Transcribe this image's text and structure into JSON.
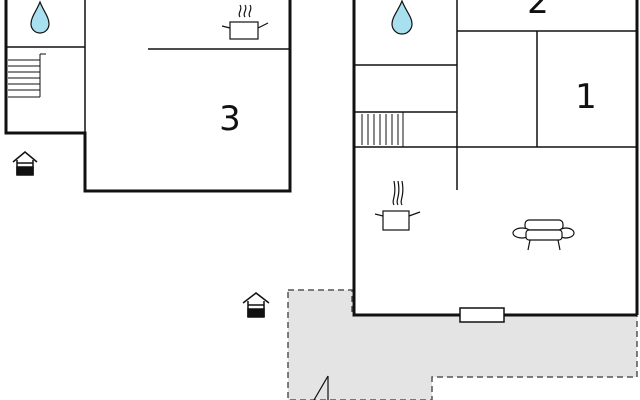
{
  "rooms": [
    {
      "id": "room-1",
      "label": "1"
    },
    {
      "id": "room-2",
      "label": "2"
    },
    {
      "id": "room-3",
      "label": "3"
    }
  ],
  "icons": {
    "bathroom": "water-drop-icon",
    "kitchen": "cooking-pot-icon",
    "living": "sofa-icon",
    "entrance": "entrance-house-icon",
    "stairs": "stairs-icon",
    "terrace": "terrace-area",
    "window": "window-symbol"
  },
  "colors": {
    "wall": "#111111",
    "water": "#a8e0f0",
    "terrace": "#e4e4e4",
    "background": "#ffffff"
  }
}
